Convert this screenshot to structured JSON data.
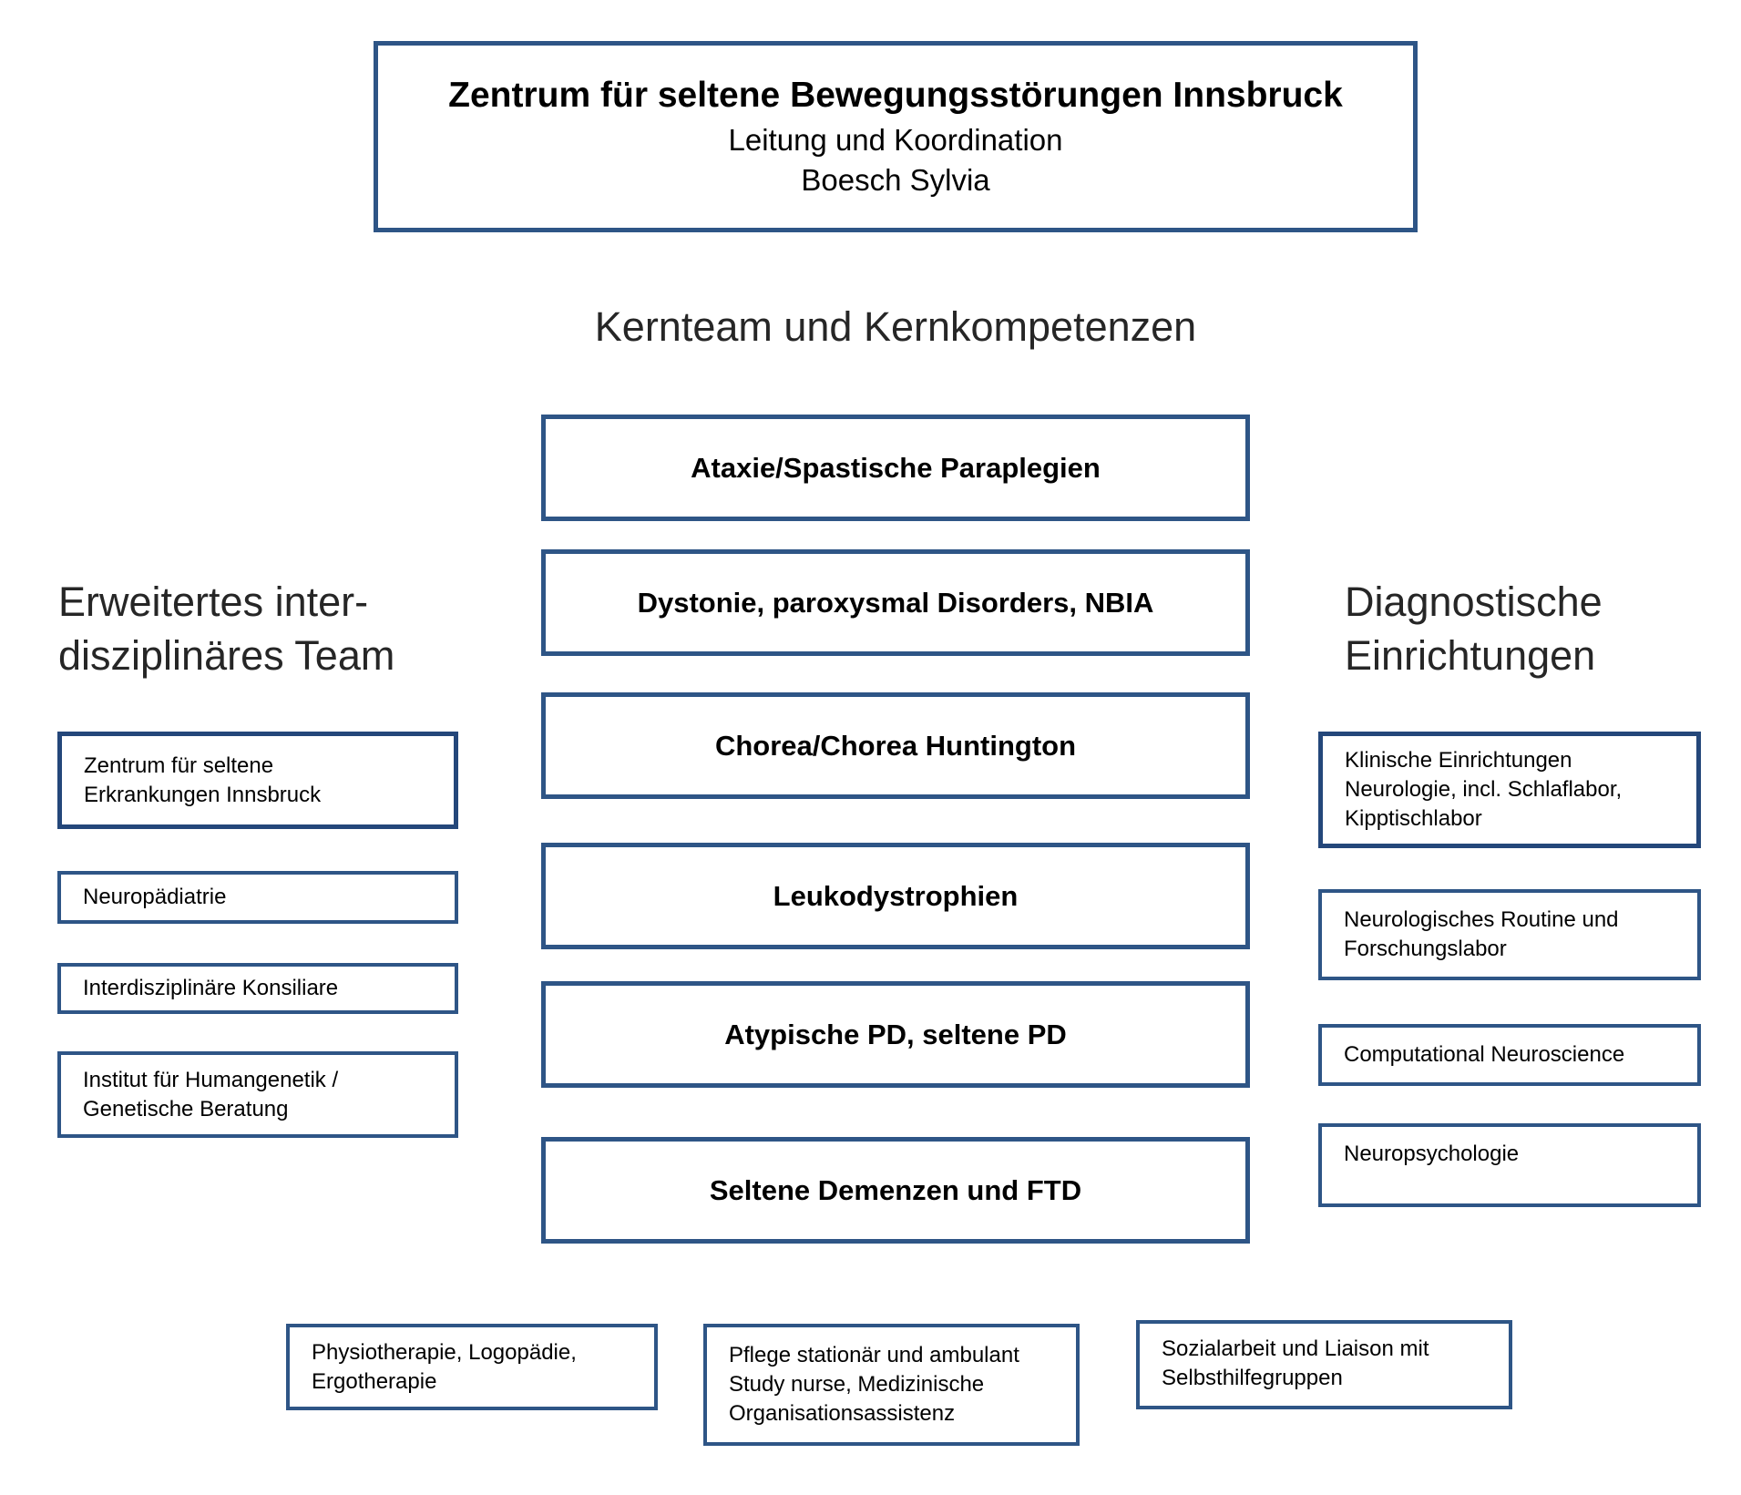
{
  "colors": {
    "box_border": "#2e5586",
    "box_border_emphasis": "#24477a",
    "heading_text": "#262626",
    "body_text": "#000000",
    "background": "#ffffff"
  },
  "header": {
    "title": "Zentrum für seltene Bewegungsstörungen Innsbruck",
    "subtitle": "Leitung und Koordination",
    "coordinator": "Boesch Sylvia"
  },
  "core": {
    "heading": "Kernteam und Kernkompetenzen",
    "boxes": [
      "Ataxie/Spastische Paraplegien",
      "Dystonie, paroxysmal Disorders, NBIA",
      "Chorea/Chorea Huntington",
      "Leukodystrophien",
      "Atypische PD, seltene PD",
      "Seltene Demenzen und FTD"
    ]
  },
  "left": {
    "heading": "Erweitertes inter-\ndisziplinäres Team",
    "boxes": [
      "Zentrum für seltene\nErkrankungen Innsbruck",
      "Neuropädiatrie",
      "Interdisziplinäre Konsiliare",
      "Institut für Humangenetik /\nGenetische Beratung"
    ]
  },
  "right": {
    "heading": "Diagnostische\nEinrichtungen",
    "boxes": [
      "Klinische Einrichtungen\nNeurologie, incl. Schlaflabor,\nKipptischlabor",
      "Neurologisches Routine und\nForschungslabor",
      "Computational Neuroscience",
      "Neuropsychologie"
    ]
  },
  "bottom": {
    "boxes": [
      "Physiotherapie, Logopädie,\nErgotherapie",
      "Pflege stationär und ambulant\nStudy nurse, Medizinische\nOrganisationsassistenz",
      "Sozialarbeit und Liaison mit\nSelbsthilfegruppen"
    ]
  }
}
